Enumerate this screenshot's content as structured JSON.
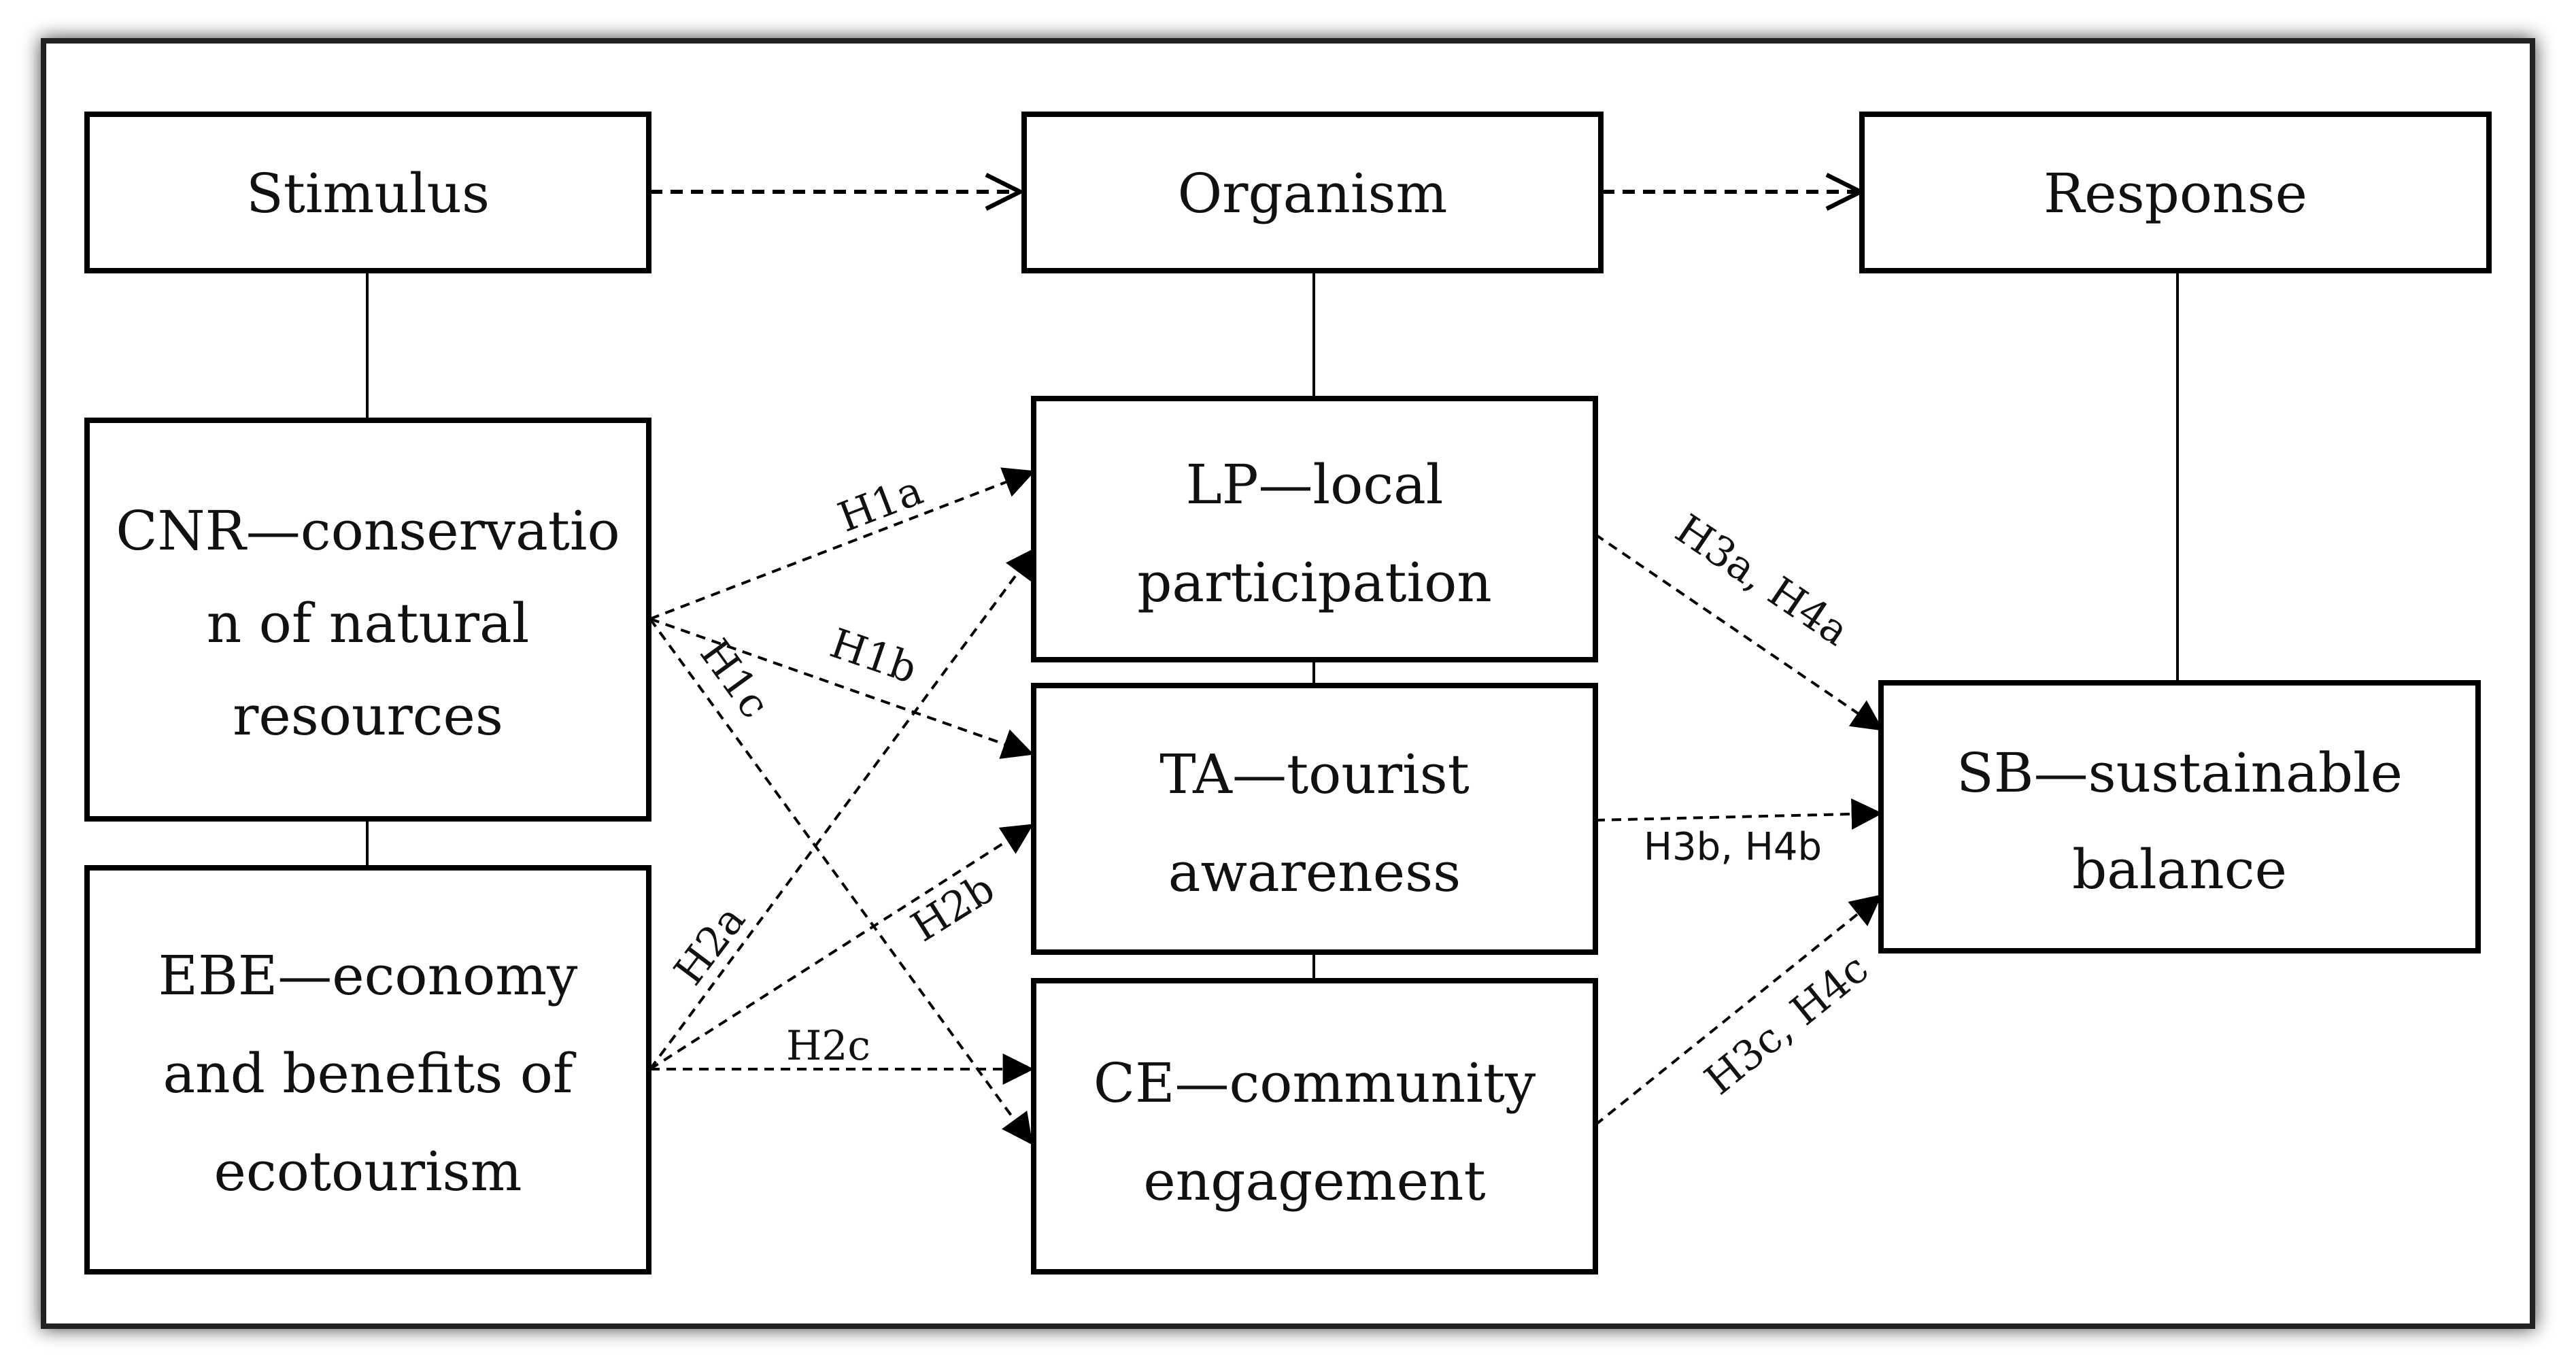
{
  "headers": {
    "stimulus": "Stimulus",
    "organism": "Organism",
    "response": "Response"
  },
  "nodes": {
    "cnr": [
      "CNR—conservatio",
      "n of natural",
      "resources"
    ],
    "ebe": [
      "EBE—economy",
      "and benefits of",
      "ecotourism"
    ],
    "lp": [
      "LP—local",
      "participation"
    ],
    "ta": [
      "TA—tourist",
      "awareness"
    ],
    "ce": [
      "CE—community",
      "engagement"
    ],
    "sb": [
      "SB—sustainable",
      "balance"
    ]
  },
  "edges": {
    "h1a": "H1a",
    "h1b": "H1b",
    "h1c": "H1c",
    "h2a": "H2a",
    "h2b": "H2b",
    "h2c": "H2c",
    "h3a_h4a": "H3a, H4a",
    "h3b_h4b": "H3b, H4b",
    "h3c_h4c": "H3c, H4c"
  }
}
